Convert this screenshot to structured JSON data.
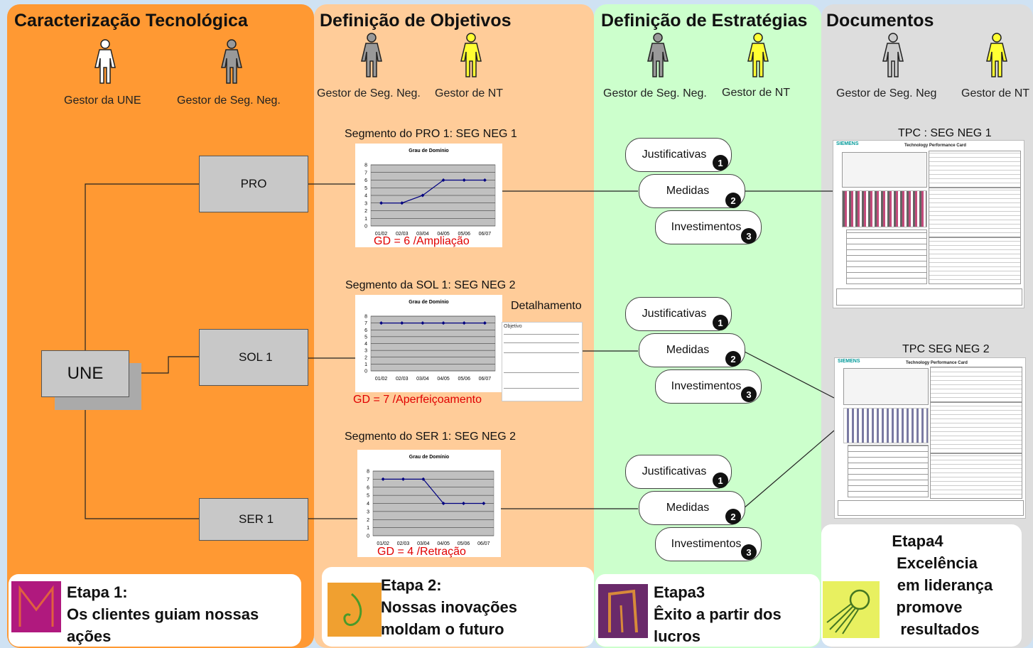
{
  "lanes": [
    {
      "title": "Caracterização Tecnológica",
      "color": "#ff9933"
    },
    {
      "title": "Definição de Objetivos",
      "color": "#ffcc99"
    },
    {
      "title": "Definição de Estratégias",
      "color": "#ccffcc"
    },
    {
      "title": "Documentos",
      "color": "#dddddd"
    }
  ],
  "people": {
    "lane1": [
      "Gestor da UNE",
      "Gestor de Seg. Neg."
    ],
    "lane2": [
      "Gestor de Seg. Neg.",
      "Gestor de NT"
    ],
    "lane3": [
      "Gestor de Seg. Neg.",
      "Gestor de NT"
    ],
    "lane4": [
      "Gestor de Seg. Neg",
      "Gestor de NT"
    ]
  },
  "nodes": {
    "une": "UNE",
    "pro": "PRO",
    "sol": "SOL 1",
    "ser": "SER 1"
  },
  "segments": [
    {
      "label": "Segmento do PRO 1: SEG NEG 1",
      "gd": "GD = 6 /Ampliação"
    },
    {
      "label": "Segmento da SOL 1: SEG NEG 2",
      "gd": "GD = 7 /Aperfeiçoamento"
    },
    {
      "label": "Segmento do SER 1: SEG NEG 2",
      "gd": "GD = 4 /Retração"
    }
  ],
  "detalhamento": "Detalhamento",
  "detalhamento_sub": "Objetivo",
  "strategies": {
    "items": [
      "Justificativas",
      "Medidas",
      "Investimentos"
    ],
    "numbers": [
      "1",
      "2",
      "3"
    ]
  },
  "documents": {
    "tpc1": "TPC : SEG NEG 1",
    "tpc2": "TPC SEG NEG 2",
    "brand": "SIEMENS",
    "card_title": "Technology Performance Card"
  },
  "chart_data": [
    {
      "type": "line",
      "title": "Grau de Domínio",
      "categories": [
        "01/02",
        "02/03",
        "03/04",
        "04/05",
        "05/06",
        "06/07"
      ],
      "values": [
        3,
        3,
        4,
        6,
        6,
        6
      ],
      "ylim": [
        0,
        8
      ],
      "yticks": [
        "0",
        "1",
        "2",
        "3",
        "4",
        "5",
        "6",
        "7",
        "8"
      ],
      "color": "#000080"
    },
    {
      "type": "line",
      "title": "Grau de Domínio",
      "categories": [
        "01/02",
        "02/03",
        "03/04",
        "04/05",
        "05/06",
        "06/07"
      ],
      "values": [
        7,
        7,
        7,
        7,
        7,
        7
      ],
      "ylim": [
        0,
        8
      ],
      "yticks": [
        "0",
        "1",
        "2",
        "3",
        "4",
        "5",
        "6",
        "7",
        "8"
      ],
      "color": "#000080"
    },
    {
      "type": "line",
      "title": "Grau de Domínio",
      "categories": [
        "01/02",
        "02/03",
        "03/04",
        "04/05",
        "05/06",
        "06/07"
      ],
      "values": [
        7,
        7,
        7,
        4,
        4,
        4
      ],
      "ylim": [
        0,
        8
      ],
      "yticks": [
        "0",
        "1",
        "2",
        "3",
        "4",
        "5",
        "6",
        "7",
        "8"
      ],
      "color": "#000080"
    }
  ],
  "etapas": [
    {
      "lines": [
        "Etapa 1:",
        "Os clientes guiam nossas",
        "ações"
      ]
    },
    {
      "lines": [
        "Etapa 2:",
        "Nossas inovações",
        "moldam o futuro"
      ]
    },
    {
      "lines": [
        "Etapa3",
        "Êxito a partir dos",
        "lucros"
      ]
    },
    {
      "lines": [
        "Etapa4",
        "Excelência",
        "em liderança",
        "promove",
        "resultados"
      ]
    }
  ]
}
